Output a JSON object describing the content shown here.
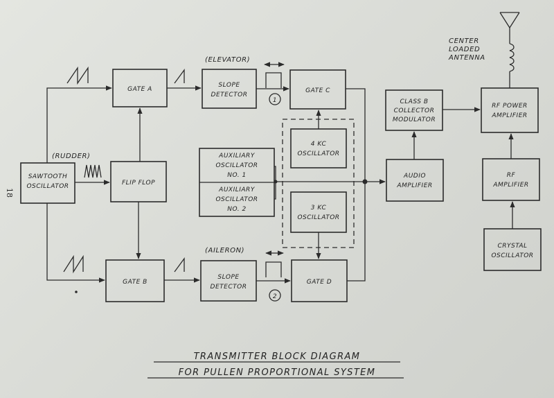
{
  "page_number": "18",
  "caption": {
    "line1": "TRANSMITTER BLOCK DIAGRAM",
    "line2": "FOR PULLEN PROPORTIONAL SYSTEM"
  },
  "annotations": {
    "rudder": "(RUDDER)",
    "elevator": "(ELEVATOR)",
    "aileron": "(AILERON)",
    "circle1": "1",
    "circle2": "2",
    "antenna_l1": "CENTER",
    "antenna_l2": "LOADED",
    "antenna_l3": "ANTENNA"
  },
  "blocks": {
    "sawtooth": [
      "SAWTOOTH",
      "OSCILLATOR"
    ],
    "gate_a": [
      "GATE A"
    ],
    "gate_b": [
      "GATE B"
    ],
    "flip_flop": [
      "FLIP FLOP"
    ],
    "slope_det_1": [
      "SLOPE",
      "DETECTOR"
    ],
    "slope_det_2": [
      "SLOPE",
      "DETECTOR"
    ],
    "gate_c": [
      "GATE C"
    ],
    "gate_d": [
      "GATE D"
    ],
    "osc_4kc": [
      "4 KC",
      "OSCILLATOR"
    ],
    "osc_3kc": [
      "3 KC",
      "OSCILLATOR"
    ],
    "aux_1": [
      "AUXILIARY",
      "OSCILLATOR",
      "NO. 1"
    ],
    "aux_2": [
      "AUXILIARY",
      "OSCILLATOR",
      "NO. 2"
    ],
    "audio_amp": [
      "AUDIO",
      "AMPLIFIER"
    ],
    "class_b": [
      "CLASS B",
      "COLLECTOR",
      "MODULATOR"
    ],
    "rf_power": [
      "RF POWER",
      "AMPLIFIER"
    ],
    "rf_amp": [
      "RF",
      "AMPLIFIER"
    ],
    "crystal": [
      "CRYSTAL",
      "OSCILLATOR"
    ]
  }
}
